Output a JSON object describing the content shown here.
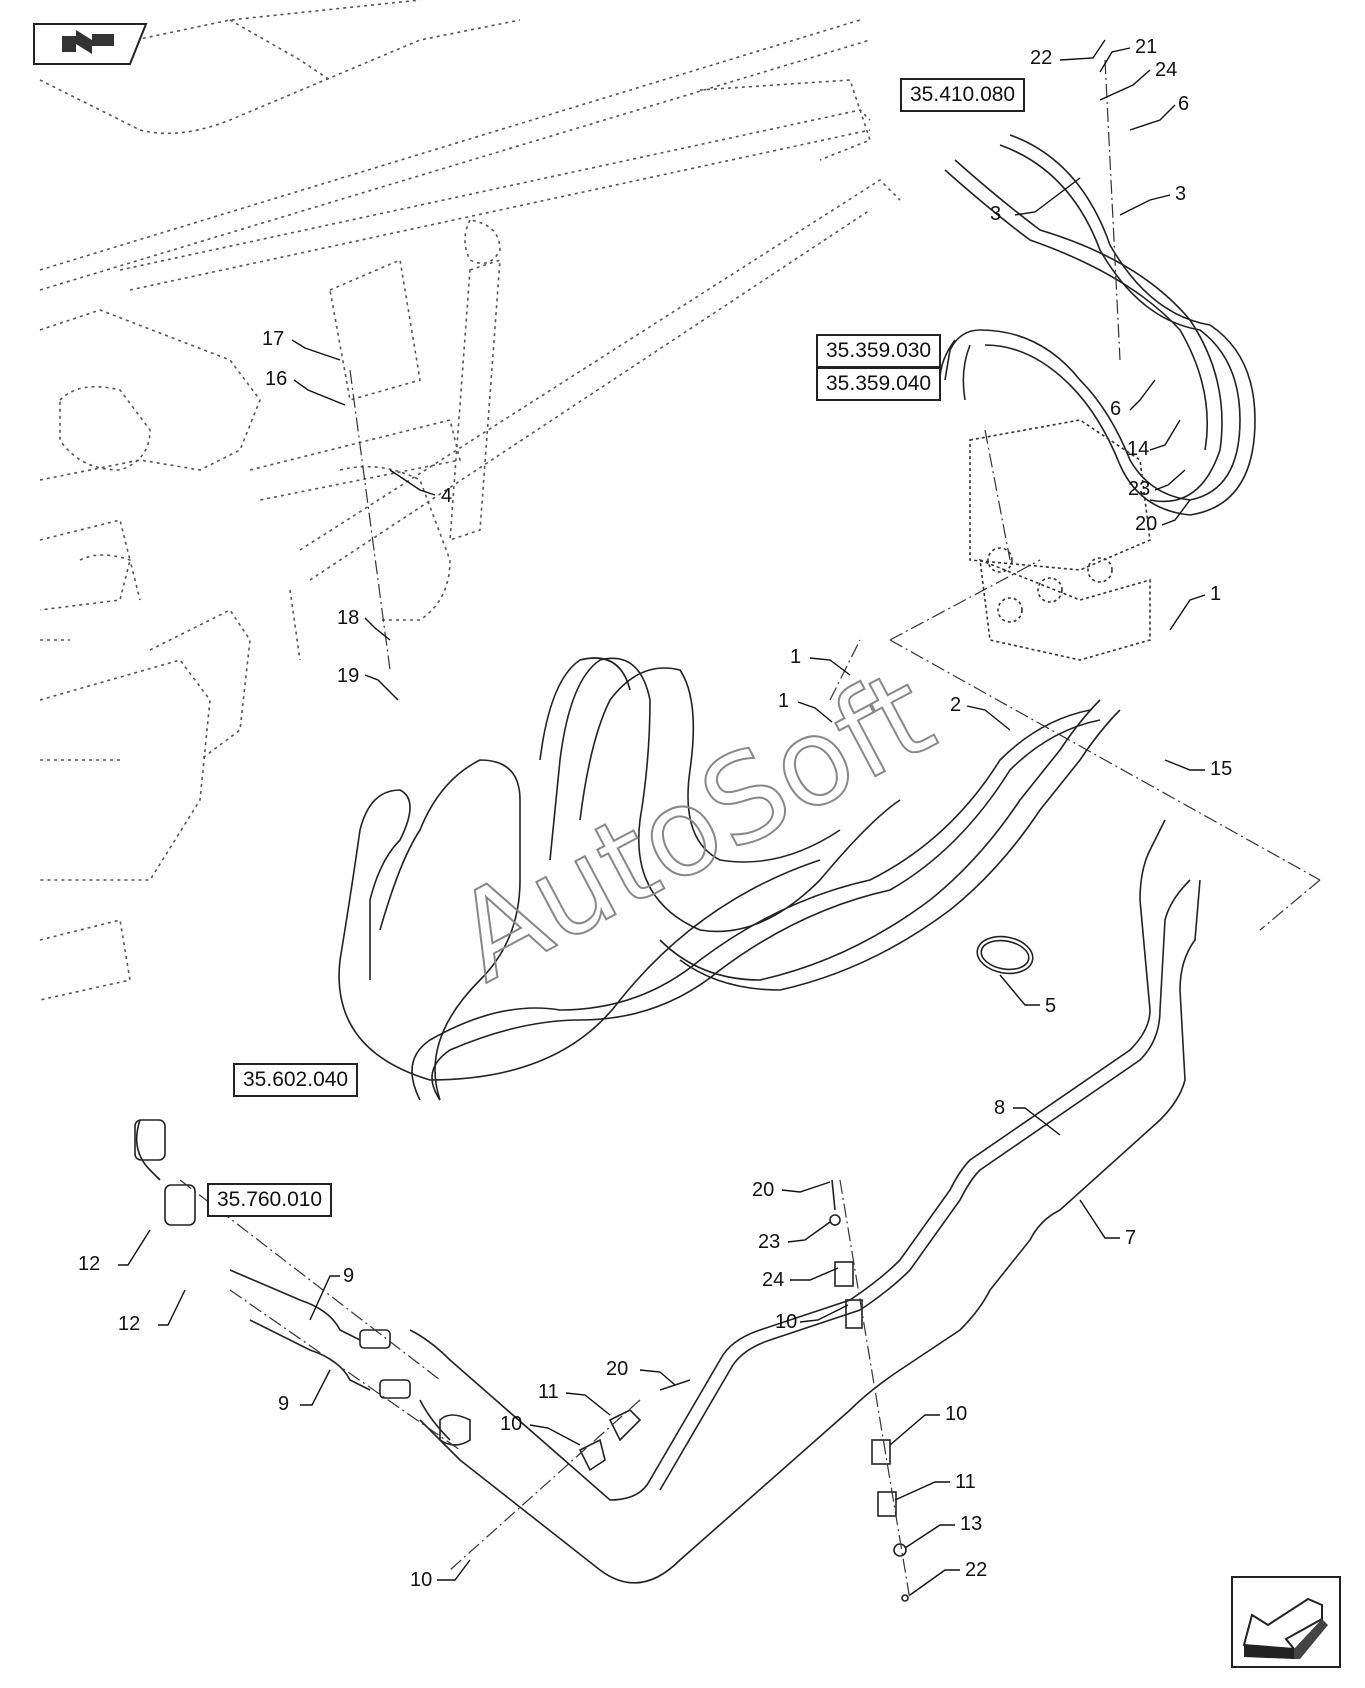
{
  "references": [
    {
      "id": "ref-35-410-080",
      "label": "35.410.080"
    },
    {
      "id": "ref-35-359-030",
      "label": "35.359.030"
    },
    {
      "id": "ref-35-359-040",
      "label": "35.359.040"
    },
    {
      "id": "ref-35-602-040",
      "label": "35.602.040"
    },
    {
      "id": "ref-35-760-010",
      "label": "35.760.010"
    }
  ],
  "callouts": [
    "22",
    "21",
    "24",
    "6",
    "3",
    "3",
    "17",
    "16",
    "6",
    "14",
    "23",
    "20",
    "4",
    "18",
    "19",
    "1",
    "1",
    "1",
    "2",
    "15",
    "5",
    "8",
    "7",
    "20",
    "23",
    "24",
    "10",
    "12",
    "12",
    "9",
    "9",
    "20",
    "11",
    "10",
    "10",
    "11",
    "13",
    "22",
    "10"
  ],
  "watermark": "AutoSoft",
  "navigation": {
    "back_icon": "back-arrow-icon",
    "next_icon": "forward-arrow-icon"
  }
}
